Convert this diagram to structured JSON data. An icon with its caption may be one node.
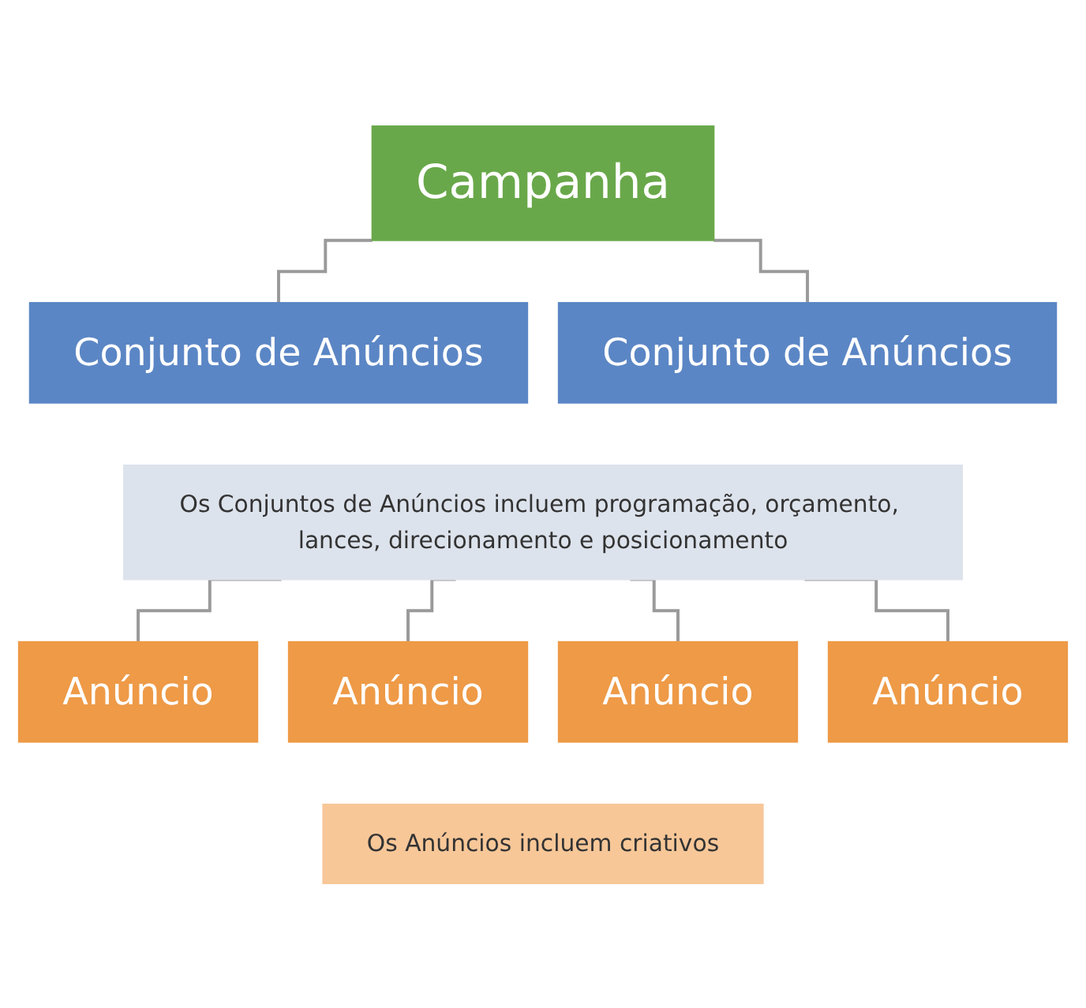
{
  "diagram": {
    "nodes": [
      {
        "text": [
          "Campanha"
        ]
      },
      {
        "text": [
          "Conjunto de Anúncios"
        ]
      },
      {
        "text": [
          "Conjunto de Anúncios"
        ]
      },
      {
        "text": [
          "Os Conjuntos de Anúncios incluem programação, orçamento, lances, direcionamento e posicionamento"
        ]
      },
      {
        "text": [
          "Anúncio"
        ]
      },
      {
        "text": [
          "Anúncio"
        ]
      },
      {
        "text": [
          "Anúncio"
        ]
      },
      {
        "text": [
          "Anúncio"
        ]
      },
      {
        "text": [
          "Os Anúncios incluem criativos"
        ]
      }
    ],
    "edges": [
      {
        "from": 0,
        "to": 1,
        "arrow": "none"
      },
      {
        "from": 0,
        "to": 2,
        "arrow": "none"
      },
      {
        "from": 3,
        "to": 4,
        "arrow": "none"
      },
      {
        "from": 3,
        "to": 5,
        "arrow": "none"
      },
      {
        "from": 3,
        "to": 6,
        "arrow": "none"
      },
      {
        "from": 3,
        "to": 7,
        "arrow": "none"
      }
    ]
  }
}
